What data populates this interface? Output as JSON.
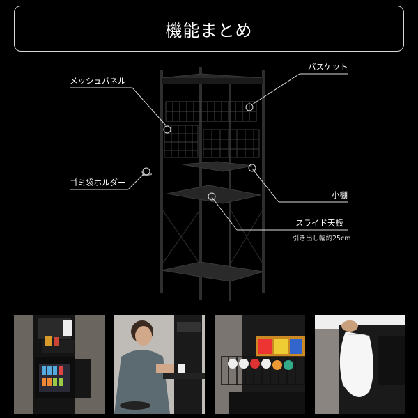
{
  "title": "機能まとめ",
  "callouts": {
    "mesh_panel": "メッシュパネル",
    "basket": "バスケット",
    "trash_bag_holder": "ゴミ袋ホルダー",
    "small_shelf": "小棚",
    "slide_top": "スライド天板",
    "slide_note": "引き出し幅約25cm"
  },
  "photos": [
    {
      "alt": "shelf-with-mini-fridge"
    },
    {
      "alt": "man-eating-at-rack"
    },
    {
      "alt": "basket-with-snacks"
    },
    {
      "alt": "trash-bag-holder-in-use"
    }
  ],
  "colors": {
    "background": "#000000",
    "rack": "#1c1c1c",
    "accent": "#ffffff"
  }
}
